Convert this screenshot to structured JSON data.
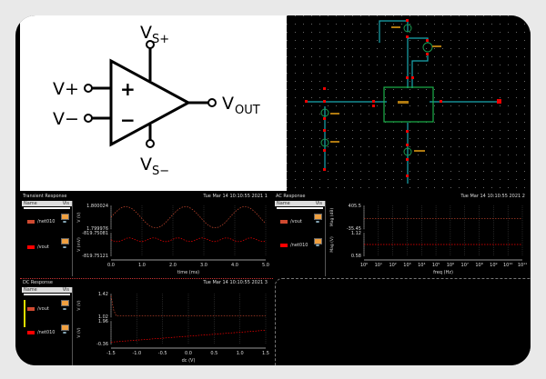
{
  "opamp": {
    "v_plus": "V+",
    "v_minus": "V−",
    "vs_plus_main": "V",
    "vs_plus_sub": "S+",
    "vs_minus_main": "V",
    "vs_minus_sub": "S−",
    "vout_main": "V",
    "vout_sub": "OUT",
    "plus_sign": "+",
    "minus_sign": "−"
  },
  "transient": {
    "title": "Transient Response",
    "date": "Tue Mar 14 10:10:55 2021  1",
    "legend_header": "Name",
    "legend_vis": "Vis",
    "signals": [
      "/net010",
      "/vout"
    ],
    "colors": [
      "#d04a30",
      "#ff0000"
    ],
    "y_top": [
      "1.800024",
      "1.799976"
    ],
    "y_bottom": [
      "-819.75081",
      "-819.75121"
    ],
    "ylabel_top": "V (V)",
    "ylabel_bottom": "V (mV)",
    "xticks": [
      "0.0",
      "1.0",
      "2.0",
      "3.0",
      "4.0",
      "5.0"
    ],
    "xlabel": "time (ms)"
  },
  "ac": {
    "title": "AC Response",
    "date": "Tue Mar 14 10:10:55 2021  2",
    "legend_header": "Name",
    "legend_vis": "Vis",
    "signals": [
      "/vout",
      "/net010"
    ],
    "colors": [
      "#d04a30",
      "#ff0000"
    ],
    "y_top": [
      "405.5",
      "-35.45"
    ],
    "y_bottom": [
      "1.12",
      "0.58"
    ],
    "ylabel_top": "Mag (dB)",
    "ylabel_bottom": "Mag (V)",
    "xticks": [
      "10⁰",
      "10¹",
      "10²",
      "10³",
      "10⁴",
      "10⁵",
      "10⁶",
      "10⁷",
      "10⁸",
      "10⁹",
      "10¹⁰",
      "10¹¹"
    ],
    "xlabel": "freq (Hz)"
  },
  "dc": {
    "title": "DC Response",
    "date": "Tue Mar 14 10:10:55 2021  3",
    "legend_header": "Name",
    "legend_vis": "Vis",
    "signals": [
      "/vout",
      "/net010"
    ],
    "colors": [
      "#d04a30",
      "#ff0000"
    ],
    "y_top": [
      "1.42",
      "1.02"
    ],
    "y_bottom": [
      "1.96",
      "-0.36"
    ],
    "ylabel_top": "V (V)",
    "ylabel_bottom": "V (V)",
    "xticks": [
      "-1.5",
      "-1.0",
      "-0.5",
      "0.0",
      "0.5",
      "1.0",
      "1.5"
    ],
    "xlabel": "dc (V)"
  }
}
